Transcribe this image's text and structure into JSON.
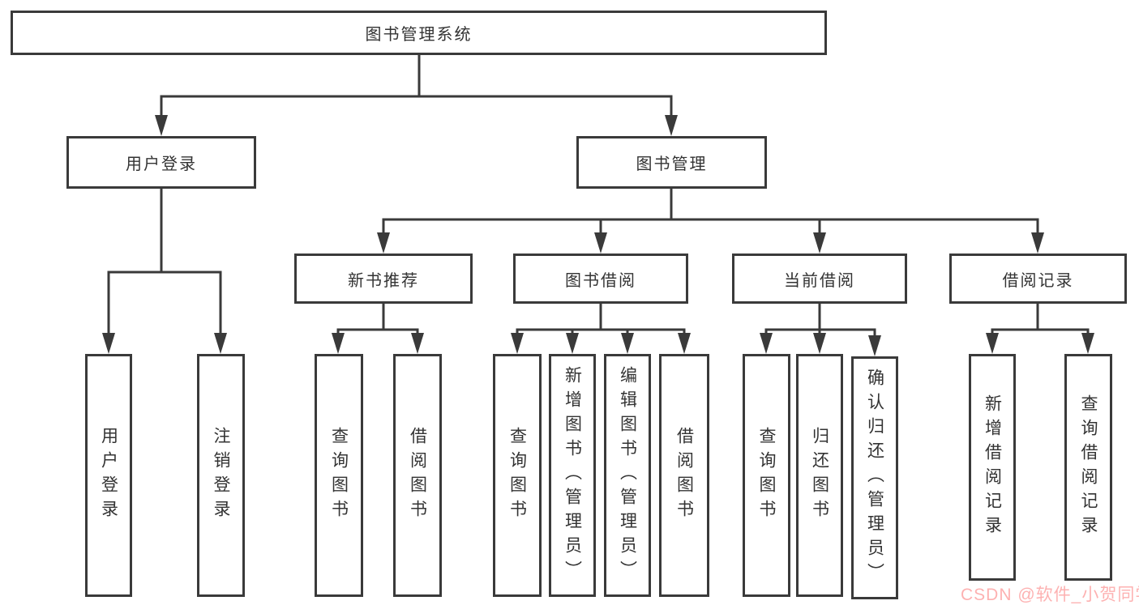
{
  "tree": {
    "root": {
      "label": "图书管理系统"
    },
    "branches": [
      {
        "label": "用户登录",
        "children": [
          {
            "label": "用户登录"
          },
          {
            "label": "注销登录"
          }
        ]
      },
      {
        "label": "图书管理",
        "children": [
          {
            "label": "新书推荐",
            "children": [
              {
                "label": "查询图书"
              },
              {
                "label": "借阅图书"
              }
            ]
          },
          {
            "label": "图书借阅",
            "children": [
              {
                "label": "查询图书"
              },
              {
                "label": "新增图书（管理员）"
              },
              {
                "label": "编辑图书（管理员）"
              },
              {
                "label": "借阅图书"
              }
            ]
          },
          {
            "label": "当前借阅",
            "children": [
              {
                "label": "查询图书"
              },
              {
                "label": "归还图书"
              },
              {
                "label": "确认归还（管理员）"
              }
            ]
          },
          {
            "label": "借阅记录",
            "children": [
              {
                "label": "新增借阅记录"
              },
              {
                "label": "查询借阅记录"
              }
            ]
          }
        ]
      }
    ]
  },
  "watermark": "CSDN @软件_小贺同学",
  "colors": {
    "line": "#3a3a3a",
    "text": "#333333",
    "watermark": "#fc7272",
    "background": "#ffffff"
  }
}
